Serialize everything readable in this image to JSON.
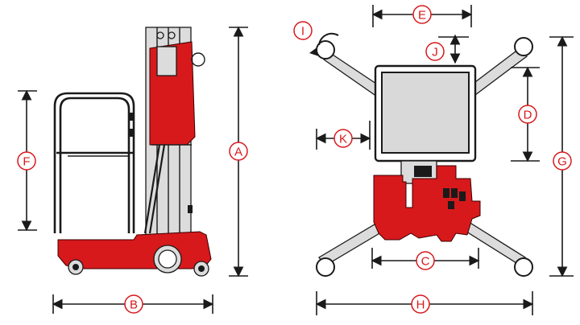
{
  "colors": {
    "accent": "#d7191c",
    "metal": "#dcdcdc",
    "ink": "#1a1a1a"
  },
  "dimensions": [
    {
      "id": "A",
      "label": "A"
    },
    {
      "id": "B",
      "label": "B"
    },
    {
      "id": "C",
      "label": "C"
    },
    {
      "id": "D",
      "label": "D"
    },
    {
      "id": "E",
      "label": "E"
    },
    {
      "id": "F",
      "label": "F"
    },
    {
      "id": "G",
      "label": "G"
    },
    {
      "id": "H",
      "label": "H"
    },
    {
      "id": "I",
      "label": "I"
    },
    {
      "id": "J",
      "label": "J"
    },
    {
      "id": "K",
      "label": "K"
    }
  ],
  "views": {
    "side": {
      "icon": "lift-side-view"
    },
    "top": {
      "icon": "lift-top-view"
    }
  }
}
